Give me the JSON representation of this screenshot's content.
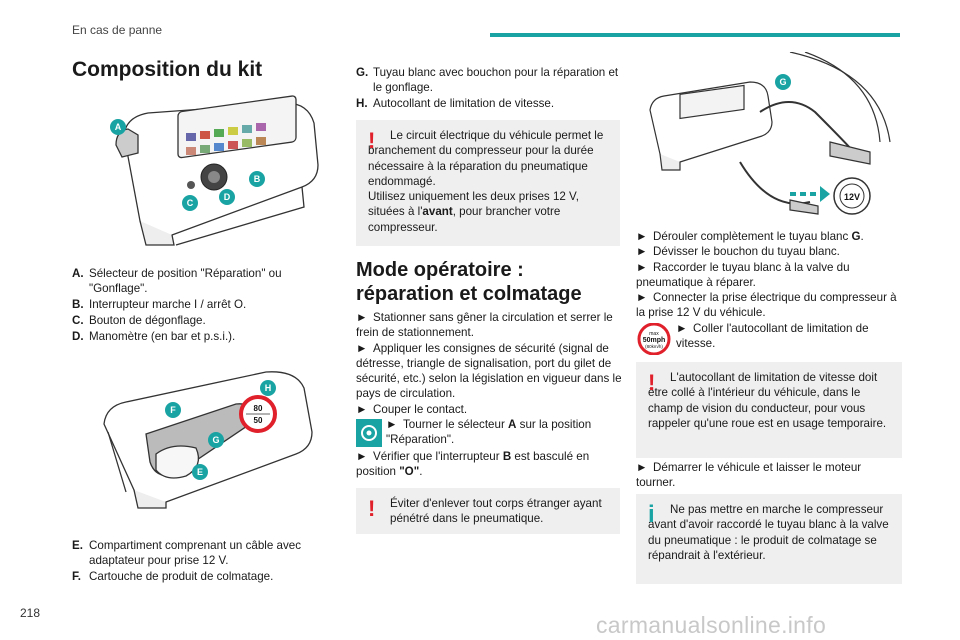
{
  "header": {
    "section": "En cas de panne",
    "accent_color": "#1aa3a3"
  },
  "page_number": "218",
  "watermark": "carmanualsonline.info",
  "col1": {
    "title": "Composition du kit",
    "items_top": [
      {
        "k": "A.",
        "v": "Sélecteur de position \"Réparation\" ou \"Gonflage\"."
      },
      {
        "k": "B.",
        "v": "Interrupteur marche I / arrêt O."
      },
      {
        "k": "C.",
        "v": "Bouton de dégonflage."
      },
      {
        "k": "D.",
        "v": "Manomètre (en bar et p.s.i.)."
      }
    ],
    "items_bottom": [
      {
        "k": "E.",
        "v": "Compartiment comprenant un câble avec adaptateur pour prise 12 V."
      },
      {
        "k": "F.",
        "v": "Cartouche de produit de colmatage."
      }
    ],
    "figure1_labels": [
      "A",
      "B",
      "C",
      "D"
    ],
    "figure2_labels": [
      "H",
      "F",
      "G",
      "E"
    ],
    "speed_sign": {
      "top": "80",
      "bottom": "50"
    }
  },
  "col2": {
    "items": [
      {
        "k": "G.",
        "v": "Tuyau blanc avec bouchon pour la réparation et le gonflage."
      },
      {
        "k": "H.",
        "v": "Autocollant de limitation de vitesse."
      }
    ],
    "warning1": {
      "line1": "Le circuit électrique du véhicule permet le branchement du compresseur pour la durée nécessaire à la réparation du pneumatique endommagé.",
      "line2a": "Utilisez uniquement les deux prises 12 V, situées à l'",
      "line2b": "avant",
      "line2c": ", pour brancher votre compresseur."
    },
    "title": "Mode opératoire : réparation et colmatage",
    "steps": {
      "s1": "Stationner sans gêner la circulation et serrer le frein de stationnement.",
      "s2": "Appliquer les consignes de sécurité (signal de détresse, triangle de signalisation, port du gilet de sécurité, etc.) selon la législation en vigueur dans le pays de circulation.",
      "s3": "Couper le contact.",
      "s4a": "Tourner le sélecteur ",
      "s4b": "A",
      "s4c": " sur la position \"Réparation\".",
      "s5a": "Vérifier que l'interrupteur ",
      "s5b": "B",
      "s5c": " est basculé en position ",
      "s5d": "\"O\"",
      "s5e": "."
    },
    "warning2": "Éviter d'enlever tout corps étranger ayant pénétré dans le pneumatique."
  },
  "col3": {
    "figure_labels": {
      "g": "G",
      "socket": "12V"
    },
    "steps": {
      "s1a": "Dérouler complètement le tuyau blanc ",
      "s1b": "G",
      "s1c": ".",
      "s2": "Dévisser le bouchon du tuyau blanc.",
      "s3": "Raccorder le tuyau blanc à la valve du pneumatique à réparer.",
      "s4": "Connecter la prise électrique du compresseur à la prise 12 V du véhicule.",
      "s5": "Coller l'autocollant de limitation de vitesse.",
      "s6": "Démarrer le véhicule et laisser le moteur tourner."
    },
    "sticker": {
      "line1": "max",
      "line2": "50mph",
      "line3": "(80km/h)"
    },
    "warning": "L'autocollant de limitation de vitesse doit être collé à l'intérieur du véhicule, dans le champ de vision du conducteur, pour vous rappeler qu'une roue est en usage temporaire.",
    "info": "Ne pas mettre en marche le compresseur avant d'avoir raccordé le tuyau blanc à la valve du pneumatique : le produit de colmatage se répandrait à l'extérieur."
  },
  "step_marker": "►"
}
